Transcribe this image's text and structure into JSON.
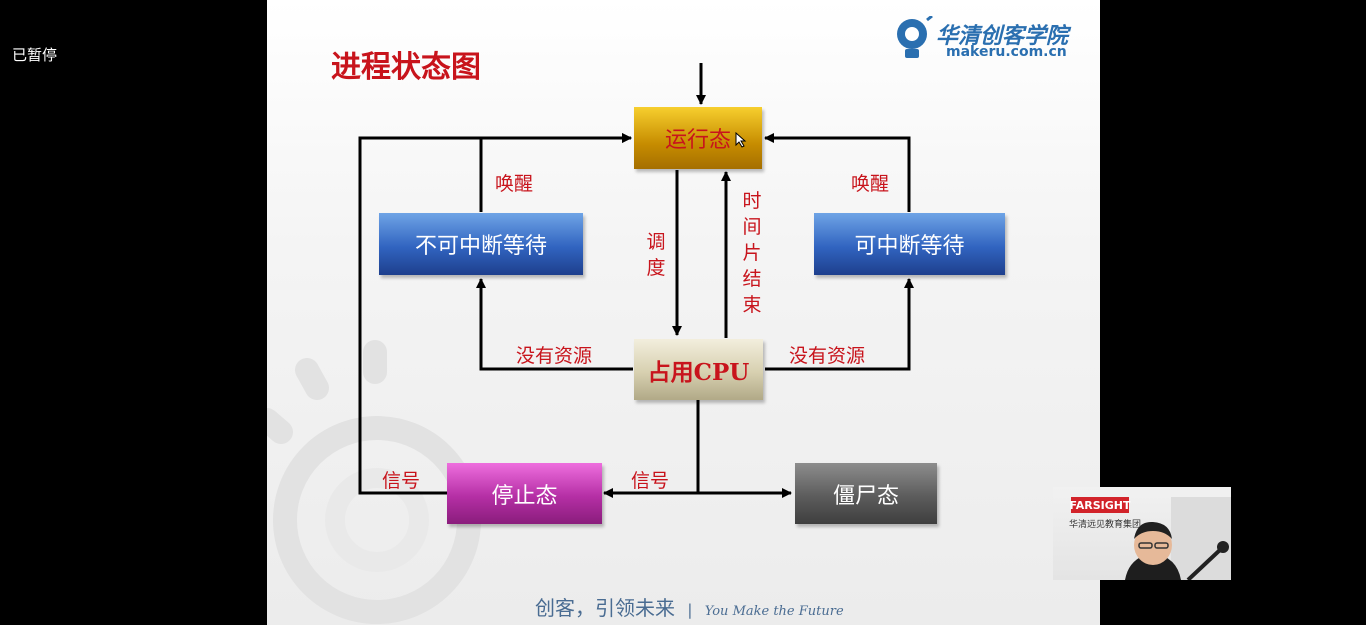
{
  "overlay": {
    "paused_label": "已暂停"
  },
  "slide": {
    "title": "进程状态图",
    "logo": {
      "name": "华清创客学院",
      "url": "makeru.com.cn",
      "icon": "bulb-icon",
      "color": "#2a6fb0"
    },
    "footer": {
      "slogan": "创客，引领未来",
      "separator": "|",
      "slogan_en": "You Make the Future"
    }
  },
  "diagram": {
    "nodes": {
      "running": "运行态",
      "uninterruptible": "不可中断等待",
      "interruptible": "可中断等待",
      "cpu": "占用CPU",
      "stopped": "停止态",
      "zombie": "僵尸态"
    },
    "edges": {
      "wake_left": "唤醒",
      "wake_right": "唤醒",
      "schedule": "调度",
      "timeslice_end": "时间片结束",
      "no_resource_left": "没有资源",
      "no_resource_right": "没有资源",
      "signal_left": "信号",
      "signal_center": "信号"
    },
    "colors": {
      "label": "#c8141c",
      "running": "#e0a800",
      "waiting": "#3164c0",
      "cpu": "#d7d0b0",
      "stopped": "#b52fa5",
      "zombie": "#5c5c5c"
    }
  },
  "webcam": {
    "brand": "FARSIGHT",
    "org": "华清远见教育集团"
  }
}
